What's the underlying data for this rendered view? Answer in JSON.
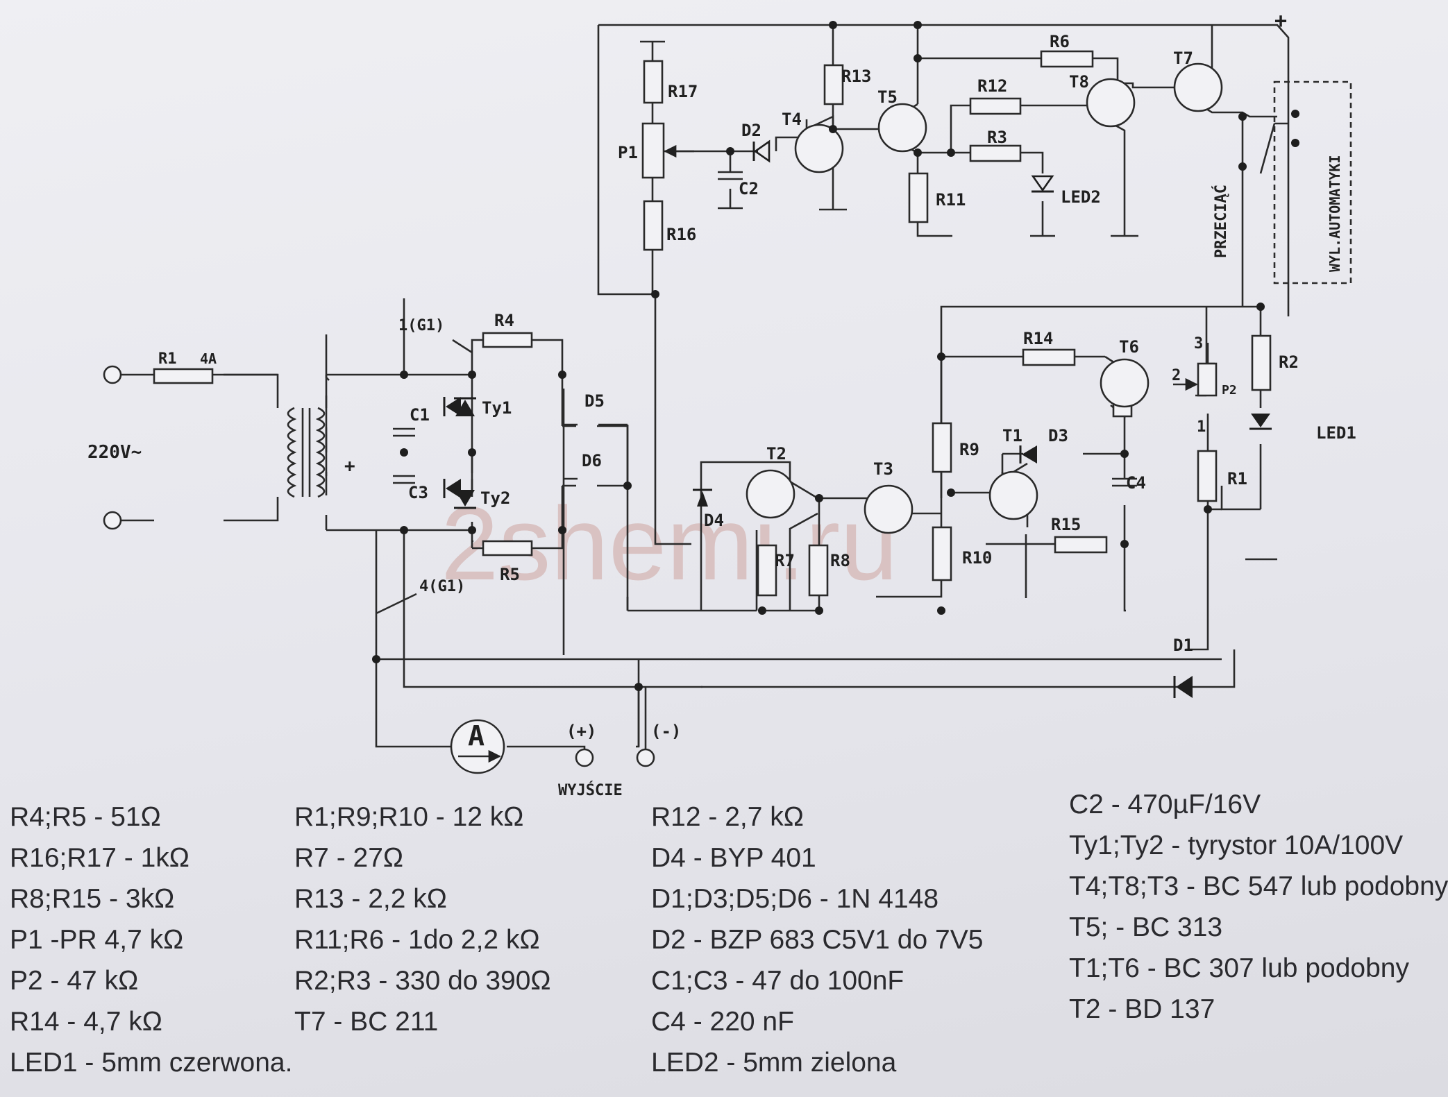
{
  "schematic": {
    "labels": {
      "r1_fuse": "R1",
      "fuse_rating": "4A",
      "mains": "220V~",
      "plus_mark": "+",
      "g1_top": "1(G1)",
      "g1_bottom": "4(G1)",
      "r4": "R4",
      "r5": "R5",
      "c1": "C1",
      "c3": "C3",
      "ty1": "Ty1",
      "ty2": "Ty2",
      "d5": "D5",
      "d6": "D6",
      "r17": "R17",
      "p1": "P1",
      "r16": "R16",
      "d2": "D2",
      "c2": "C2",
      "t4": "T4",
      "r13": "R13",
      "t5": "T5",
      "r11": "R11",
      "r12": "R12",
      "r3": "R3",
      "led2": "LED2",
      "r6": "R6",
      "t8": "T8",
      "t7": "T7",
      "plus_top": "+",
      "cut": "PRZECIĄĆ",
      "auto_off": "WYL.AUTOMATYKI",
      "r14": "R14",
      "t6": "T6",
      "p2_pin3": "3",
      "p2_pin2": "2",
      "p2": "P2",
      "p2_pin1": "1",
      "r2": "R2",
      "led1": "LED1",
      "r1": "R1",
      "r9": "R9",
      "t1": "T1",
      "d3": "D3",
      "c4": "C4",
      "d4": "D4",
      "t2": "T2",
      "t3": "T3",
      "r7": "R7",
      "r8": "R8",
      "r10": "R10",
      "r15": "R15",
      "d1": "D1",
      "ammeter": "A",
      "out_plus": "(+)",
      "out_minus": "(-)",
      "output": "WYJŚCIE"
    },
    "watermark": "2shemi.ru"
  },
  "parts_list": {
    "col1": [
      "R4;R5 - 51Ω",
      "R16;R17 - 1kΩ",
      "R8;R15 - 3kΩ",
      "P1 -PR 4,7 kΩ",
      "P2 - 47 kΩ",
      "R14 - 4,7 kΩ",
      "LED1 - 5mm czerwona."
    ],
    "col2": [
      "R1;R9;R10 - 12 kΩ",
      "R7 - 27Ω",
      "R13 - 2,2 kΩ",
      "R11;R6 - 1do 2,2 kΩ",
      "R2;R3 - 330 do 390Ω",
      "T7 - BC 211"
    ],
    "col3": [
      "R12 - 2,7 kΩ",
      "D4 - BYP 401",
      "D1;D3;D5;D6 - 1N 4148",
      "D2 - BZP 683 C5V1 do 7V5",
      "C1;C3 - 47 do 100nF",
      "C4 - 220 nF",
      "LED2 - 5mm zielona"
    ],
    "col4": [
      "C2 - 470µF/16V",
      "Ty1;Ty2 - tyrystor 10A/100V",
      "T4;T8;T3 - BC 547 lub podobny",
      "T5; - BC 313",
      "T1;T6 - BC 307 lub podobny",
      "T2 - BD 137"
    ]
  }
}
